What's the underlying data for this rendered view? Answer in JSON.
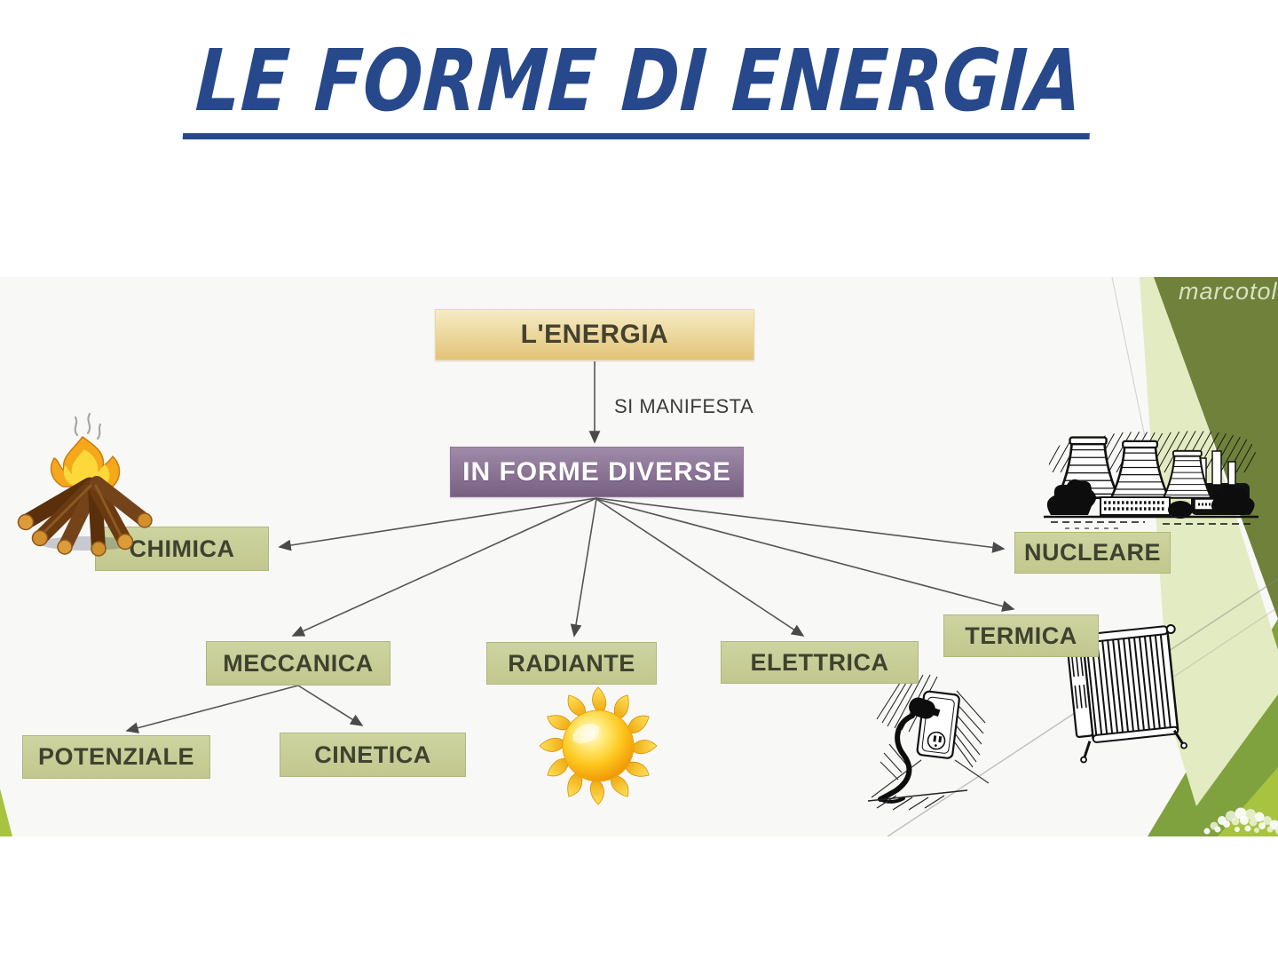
{
  "slide": {
    "title": "LE FORME DI ENERGIA",
    "watermark": "marcotol",
    "colors": {
      "title_blue": "#27498c",
      "root_box_gold": "#e9cd85",
      "hub_box_purple": "#82698c",
      "form_box_green": "#c8ce97",
      "arrow_gray": "#4d4d4d",
      "decor_dark_olive": "#6f813a",
      "decor_medium_green": "#7fa23e",
      "decor_pale_green": "#e3ebc2",
      "decor_lime": "#a7c340",
      "canvas_gray": "#f8f8f7"
    }
  },
  "diagram": {
    "root": {
      "label": "L'ENERGIA"
    },
    "connector": {
      "label": "SI MANIFESTA"
    },
    "hub": {
      "label": "IN FORME DIVERSE"
    },
    "forms": {
      "chimica": {
        "label": "CHIMICA",
        "icon": "campfire-icon"
      },
      "meccanica": {
        "label": "MECCANICA"
      },
      "radiante": {
        "label": "RADIANTE",
        "icon": "sun-icon"
      },
      "elettrica": {
        "label": "ELETTRICA",
        "icon": "power-outlet-icon"
      },
      "termica": {
        "label": "TERMICA",
        "icon": "radiator-icon"
      },
      "nucleare": {
        "label": "NUCLEARE",
        "icon": "nuclear-plant-icon"
      }
    },
    "meccanica_children": {
      "potenziale": {
        "label": "POTENZIALE"
      },
      "cinetica": {
        "label": "CINETICA"
      }
    }
  }
}
